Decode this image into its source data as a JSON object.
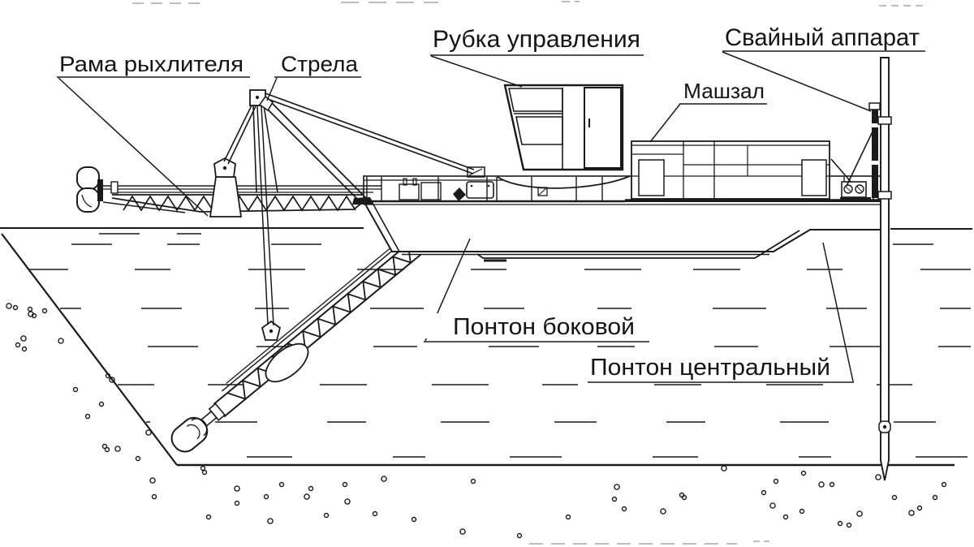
{
  "diagram": {
    "type": "technical-drawing",
    "subject_labels": [
      {
        "id": "cutter-frame",
        "text": "Рама рыхлителя"
      },
      {
        "id": "boom",
        "text": "Стрела"
      },
      {
        "id": "control-cab",
        "text": "Рубка управления"
      },
      {
        "id": "machine-hall",
        "text": "Машзал"
      },
      {
        "id": "spud-apparatus",
        "text": "Свайный аппарат"
      },
      {
        "id": "side-pontoon",
        "text": "Понтон боковой"
      },
      {
        "id": "central-pontoon",
        "text": "Понтон центральный"
      }
    ],
    "colors": {
      "ink": "#1a1a1a",
      "paper": "#ffffff",
      "faint": "#bdbdbd"
    }
  }
}
